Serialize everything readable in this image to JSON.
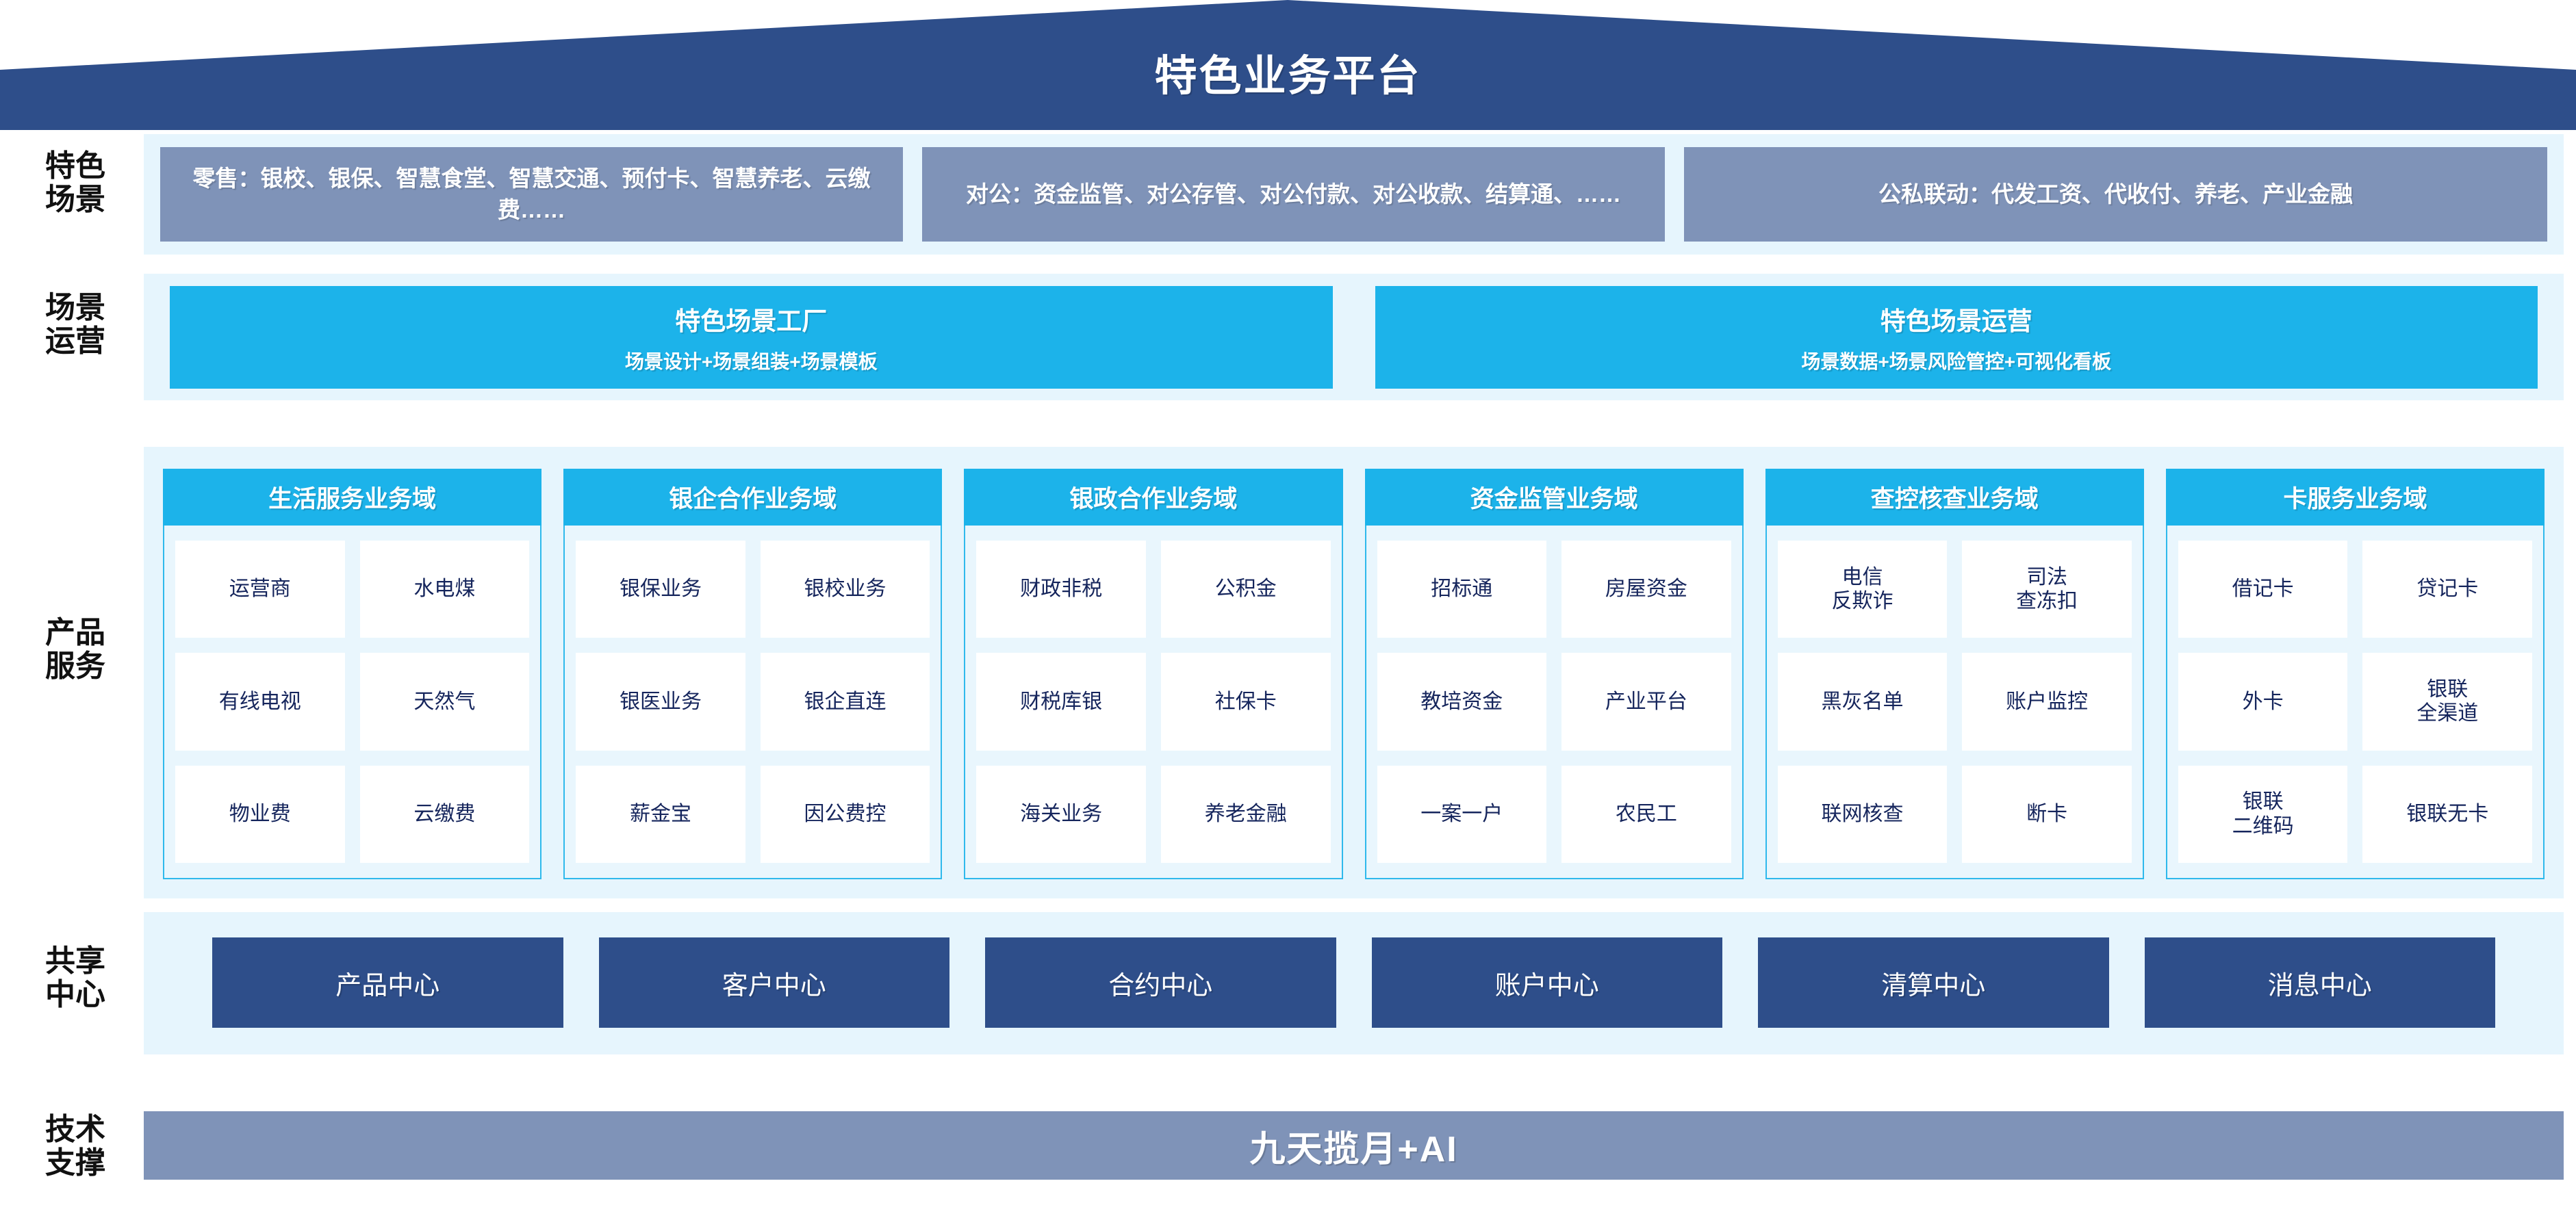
{
  "title": "特色业务平台",
  "colors": {
    "roof": "#2e4e8a",
    "scenario_box": "#7f93b8",
    "cyan": "#1cb3ea",
    "band": "#e6f5fd",
    "navy": "#2e4e8a",
    "text_navy": "#15255c"
  },
  "row_labels": {
    "scenario": "特色\n场景",
    "scenario_l1": "特色",
    "scenario_l2": "场景",
    "operation_l1": "场景",
    "operation_l2": "运营",
    "product_l1": "产品",
    "product_l2": "服务",
    "share_l1": "共享",
    "share_l2": "中心",
    "tech_l1": "技术",
    "tech_l2": "支撑"
  },
  "scenarios": [
    {
      "label": "零售：银校、银保、智慧食堂、智慧交通、预付卡、智慧养老、云缴费……"
    },
    {
      "label": "对公：资金监管、对公存管、对公付款、对公收款、结算通、……"
    },
    {
      "label": "公私联动：代发工资、代收付、养老、产业金融"
    }
  ],
  "operations": [
    {
      "title": "特色场景工厂",
      "subtitle": "场景设计+场景组装+场景模板"
    },
    {
      "title": "特色场景运营",
      "subtitle": "场景数据+场景风险管控+可视化看板"
    }
  ],
  "domains": [
    {
      "title": "生活服务业务域",
      "items": [
        "运营商",
        "水电煤",
        "有线电视",
        "天然气",
        "物业费",
        "云缴费"
      ]
    },
    {
      "title": "银企合作业务域",
      "items": [
        "银保业务",
        "银校业务",
        "银医业务",
        "银企直连",
        "薪金宝",
        "因公费控"
      ]
    },
    {
      "title": "银政合作业务域",
      "items": [
        "财政非税",
        "公积金",
        "财税库银",
        "社保卡",
        "海关业务",
        "养老金融"
      ]
    },
    {
      "title": "资金监管业务域",
      "items": [
        "招标通",
        "房屋资金",
        "教培资金",
        "产业平台",
        "一案一户",
        "农民工"
      ]
    },
    {
      "title": "查控核查业务域",
      "items": [
        "电信\n反欺诈",
        "司法\n查冻扣",
        "黑灰名单",
        "账户监控",
        "联网核查",
        "断卡"
      ]
    },
    {
      "title": "卡服务业务域",
      "items": [
        "借记卡",
        "贷记卡",
        "外卡",
        "银联\n全渠道",
        "银联\n二维码",
        "银联无卡"
      ]
    }
  ],
  "shared_centers": [
    {
      "label": "产品中心"
    },
    {
      "label": "客户中心"
    },
    {
      "label": "合约中心"
    },
    {
      "label": "账户中心"
    },
    {
      "label": "清算中心"
    },
    {
      "label": "消息中心"
    }
  ],
  "tech_support": {
    "label": "九天揽月+AI"
  }
}
